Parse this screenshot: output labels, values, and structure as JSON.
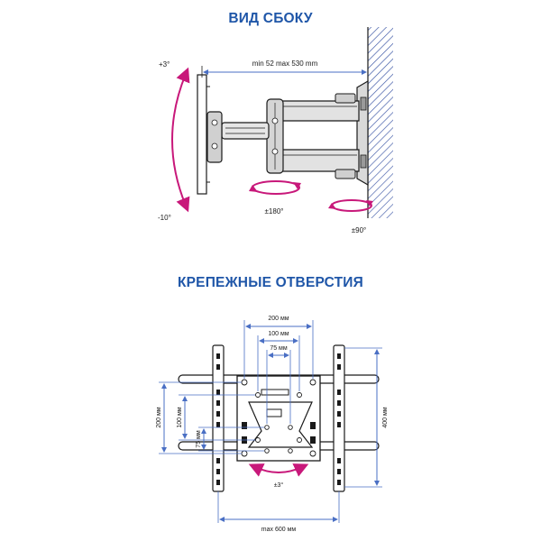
{
  "side_view": {
    "title": "ВИД СБОКУ",
    "tilt_up": "+3°",
    "tilt_down": "-10°",
    "extension": "min 52 max 530 mm",
    "swivel_arm": "±180°",
    "swivel_wall": "±90°"
  },
  "holes_view": {
    "title": "КРЕПЕЖНЫЕ ОТВЕРСТИЯ",
    "width_200": "200 мм",
    "width_100": "100 мм",
    "width_75": "75 мм",
    "height_200": "200 мм",
    "height_100": "100 мм",
    "height_75": "75 мм",
    "height_400": "400 мм",
    "max_width": "max 600 мм",
    "rotation": "±3°"
  },
  "colors": {
    "accent_title": "#1f56a8",
    "arrow_magenta": "#c8187a",
    "dimension_blue": "#4a6fc4",
    "hatch": "#3a55a5"
  }
}
